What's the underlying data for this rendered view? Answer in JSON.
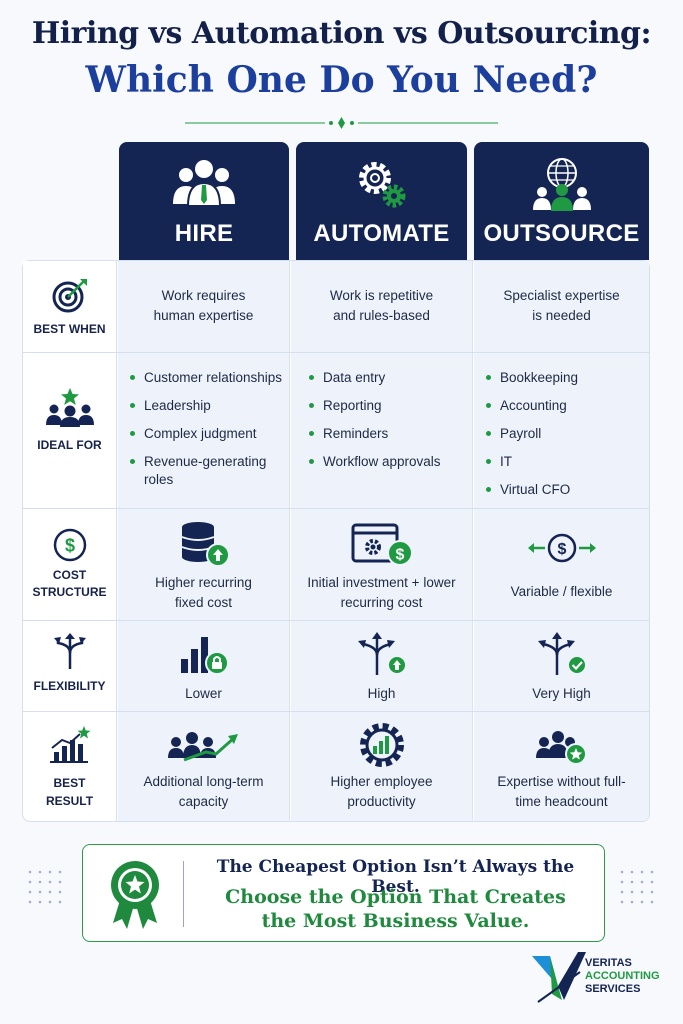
{
  "title": {
    "line1": "Hiring vs Automation vs Outsourcing:",
    "line2": "Which One Do You Need?"
  },
  "columns": [
    {
      "label": "HIRE",
      "icon": "people-group-icon"
    },
    {
      "label": "AUTOMATE",
      "icon": "gears-icon"
    },
    {
      "label": "OUTSOURCE",
      "icon": "globe-people-icon"
    }
  ],
  "rows": {
    "best_when": {
      "label": "BEST WHEN",
      "icon": "target-icon",
      "hire": "Work requires human expertise",
      "automate": "Work is repetitive and rules-based",
      "outsource": "Specialist expertise is needed"
    },
    "ideal_for": {
      "label": "IDEAL FOR",
      "icon": "team-star-icon",
      "hire": [
        "Customer relationships",
        "Leadership",
        "Complex judgment",
        "Revenue-generating roles"
      ],
      "automate": [
        "Data entry",
        "Reporting",
        "Reminders",
        "Workflow approvals"
      ],
      "outsource": [
        "Bookkeeping",
        "Accounting",
        "Payroll",
        "IT",
        "Virtual CFO"
      ]
    },
    "cost_structure": {
      "label_line1": "COST",
      "label_line2": "STRUCTURE",
      "icon": "dollar-circle-icon",
      "hire": "Higher recurring fixed cost",
      "automate": "Initial investment + lower recurring cost",
      "outsource": "Variable / flexible"
    },
    "flexibility": {
      "label": "FLEXIBILITY",
      "icon": "split-arrows-icon",
      "hire": "Lower",
      "automate": "High",
      "outsource": "Very High"
    },
    "best_result": {
      "label_line1": "BEST",
      "label_line2": "RESULT",
      "icon": "bar-chart-star-icon",
      "hire": "Additional long-term capacity",
      "automate": "Higher employee productivity",
      "outsource": "Expertise without full-time headcount"
    }
  },
  "banner": {
    "line1": "The Cheapest Option Isn’t Always the Best.",
    "line2a": "Choose the Option That Creates",
    "line2b": "the Most Business Value.",
    "icon": "award-ribbon-icon"
  },
  "logo": {
    "line1": "VERITAS",
    "line2": "ACCOUNTING",
    "line3": "SERVICES"
  },
  "colors": {
    "navy": "#142553",
    "blue": "#1c3f9e",
    "green": "#1f9a43",
    "cell": "#eef3fb"
  }
}
